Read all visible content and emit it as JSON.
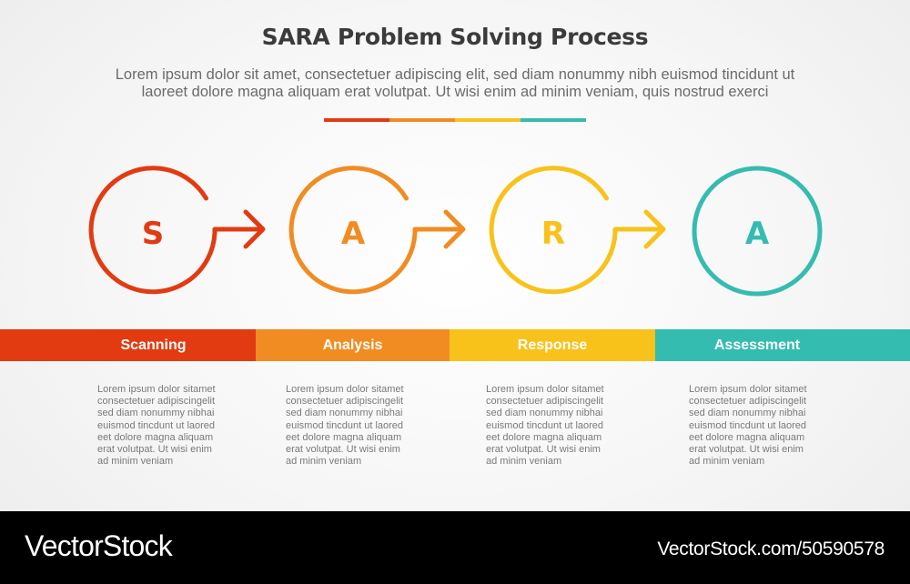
{
  "header": {
    "title": "SARA Problem Solving Process",
    "subtitle_line1": "Lorem ipsum dolor sit amet, consectetuer adipiscing elit, sed diam nonummy nibh euismod tincidunt ut",
    "subtitle_line2": "laoreet dolore magna aliquam erat volutpat. Ut wisi enim ad minim veniam, quis nostrud exerci"
  },
  "colors": {
    "scanning": "#e23b12",
    "analysis": "#f18c22",
    "response": "#f8c21a",
    "assessment": "#35bcb0",
    "footer_bg": "#000000"
  },
  "steps": [
    {
      "letter": "S",
      "label": "Scanning",
      "color": "#e23b12",
      "has_arrow": true,
      "description": [
        "Lorem ipsum dolor sitamet",
        "consectetuer adipiscingelit",
        "sed diam nonummy nibhai",
        "euismod tincdunt ut laored",
        "eet dolore magna aliquam",
        "erat volutpat. Ut wisi enim",
        "ad minim veniam"
      ]
    },
    {
      "letter": "A",
      "label": "Analysis",
      "color": "#f18c22",
      "has_arrow": true,
      "description": [
        "Lorem ipsum dolor sitamet",
        "consectetuer adipiscingelit",
        "sed diam nonummy nibhai",
        "euismod tincdunt ut laored",
        "eet dolore magna aliquam",
        "erat volutpat. Ut wisi enim",
        "ad minim veniam"
      ]
    },
    {
      "letter": "R",
      "label": "Response",
      "color": "#f8c21a",
      "has_arrow": true,
      "description": [
        "Lorem ipsum dolor sitamet",
        "consectetuer adipiscingelit",
        "sed diam nonummy nibhai",
        "euismod tincdunt ut laored",
        "eet dolore magna aliquam",
        "erat volutpat. Ut wisi enim",
        "ad minim veniam"
      ]
    },
    {
      "letter": "A",
      "label": "Assessment",
      "color": "#35bcb0",
      "has_arrow": false,
      "description": [
        "Lorem ipsum dolor sitamet",
        "consectetuer adipiscingelit",
        "sed diam nonummy nibhai",
        "euismod tincdunt ut laored",
        "eet dolore magna aliquam",
        "erat volutpat. Ut wisi enim",
        "ad minim veniam"
      ]
    }
  ],
  "footer": {
    "brand": "VectorStock",
    "url": "VectorStock.com/50590578"
  }
}
